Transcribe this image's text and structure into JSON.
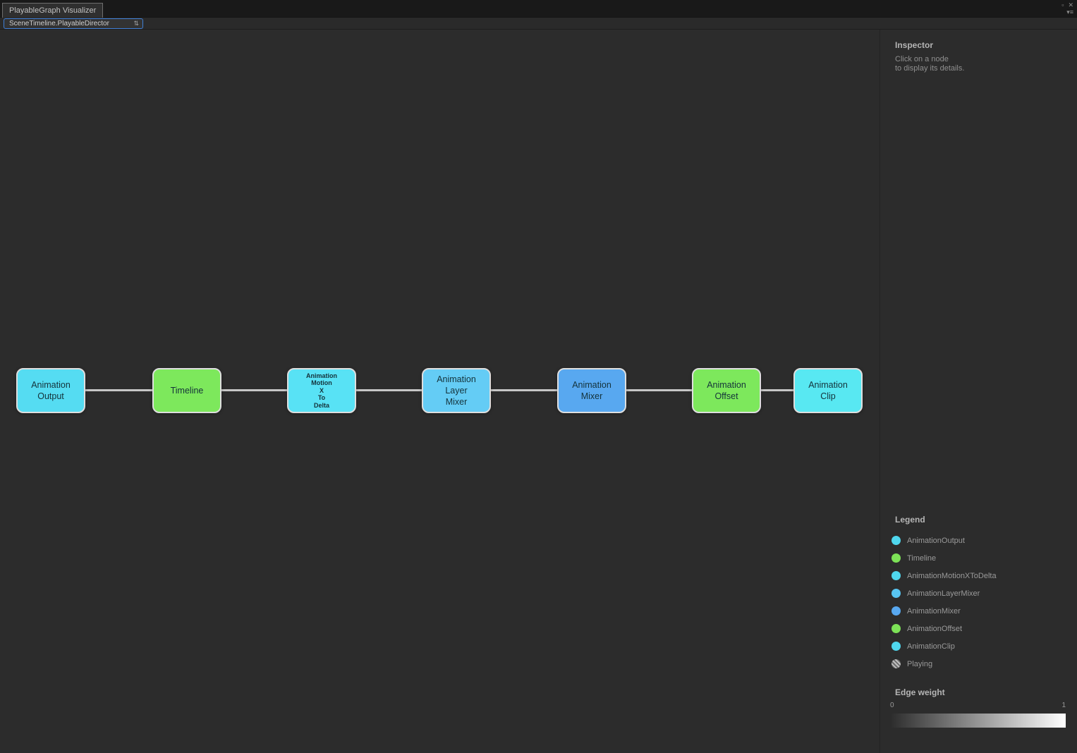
{
  "titlebar": {
    "tab": "PlayableGraph Visualizer",
    "controls": {
      "maximize": "▫",
      "close": "✕",
      "menu": "▾≡"
    }
  },
  "toolbar": {
    "graph_selector": {
      "value": "SceneTimeline.PlayableDirector",
      "arrow": "⇅"
    }
  },
  "graph": {
    "nodes": [
      {
        "label": "Animation\nOutput",
        "color": "#55dcf2"
      },
      {
        "label": "Timeline",
        "color": "#7de85c"
      },
      {
        "label": "Animation\nMotion\nX\nTo\nDelta",
        "color": "#58e2f5"
      },
      {
        "label": "Animation\nLayer\nMixer",
        "color": "#64ccf5"
      },
      {
        "label": "Animation\nMixer",
        "color": "#58a8f0"
      },
      {
        "label": "Animation\nOffset",
        "color": "#7de85c"
      },
      {
        "label": "Animation\nClip",
        "color": "#58e8f2"
      }
    ]
  },
  "inspector": {
    "title": "Inspector",
    "hint": "Click on a node\nto display its details."
  },
  "legend": {
    "title": "Legend",
    "items": [
      {
        "label": "AnimationOutput",
        "color": "#4fd7ee"
      },
      {
        "label": "Timeline",
        "color": "#7de257"
      },
      {
        "label": "AnimationMotionXToDelta",
        "color": "#4fd7ee"
      },
      {
        "label": "AnimationLayerMixer",
        "color": "#58c5f2"
      },
      {
        "label": "AnimationMixer",
        "color": "#58a8f0"
      },
      {
        "label": "AnimationOffset",
        "color": "#7de257"
      },
      {
        "label": "AnimationClip",
        "color": "#4fd7ee"
      },
      {
        "label": "Playing",
        "color": "#a8a8a8",
        "pattern": "striped"
      }
    ]
  },
  "edge_weight": {
    "title": "Edge weight",
    "min": "0",
    "max": "1"
  }
}
